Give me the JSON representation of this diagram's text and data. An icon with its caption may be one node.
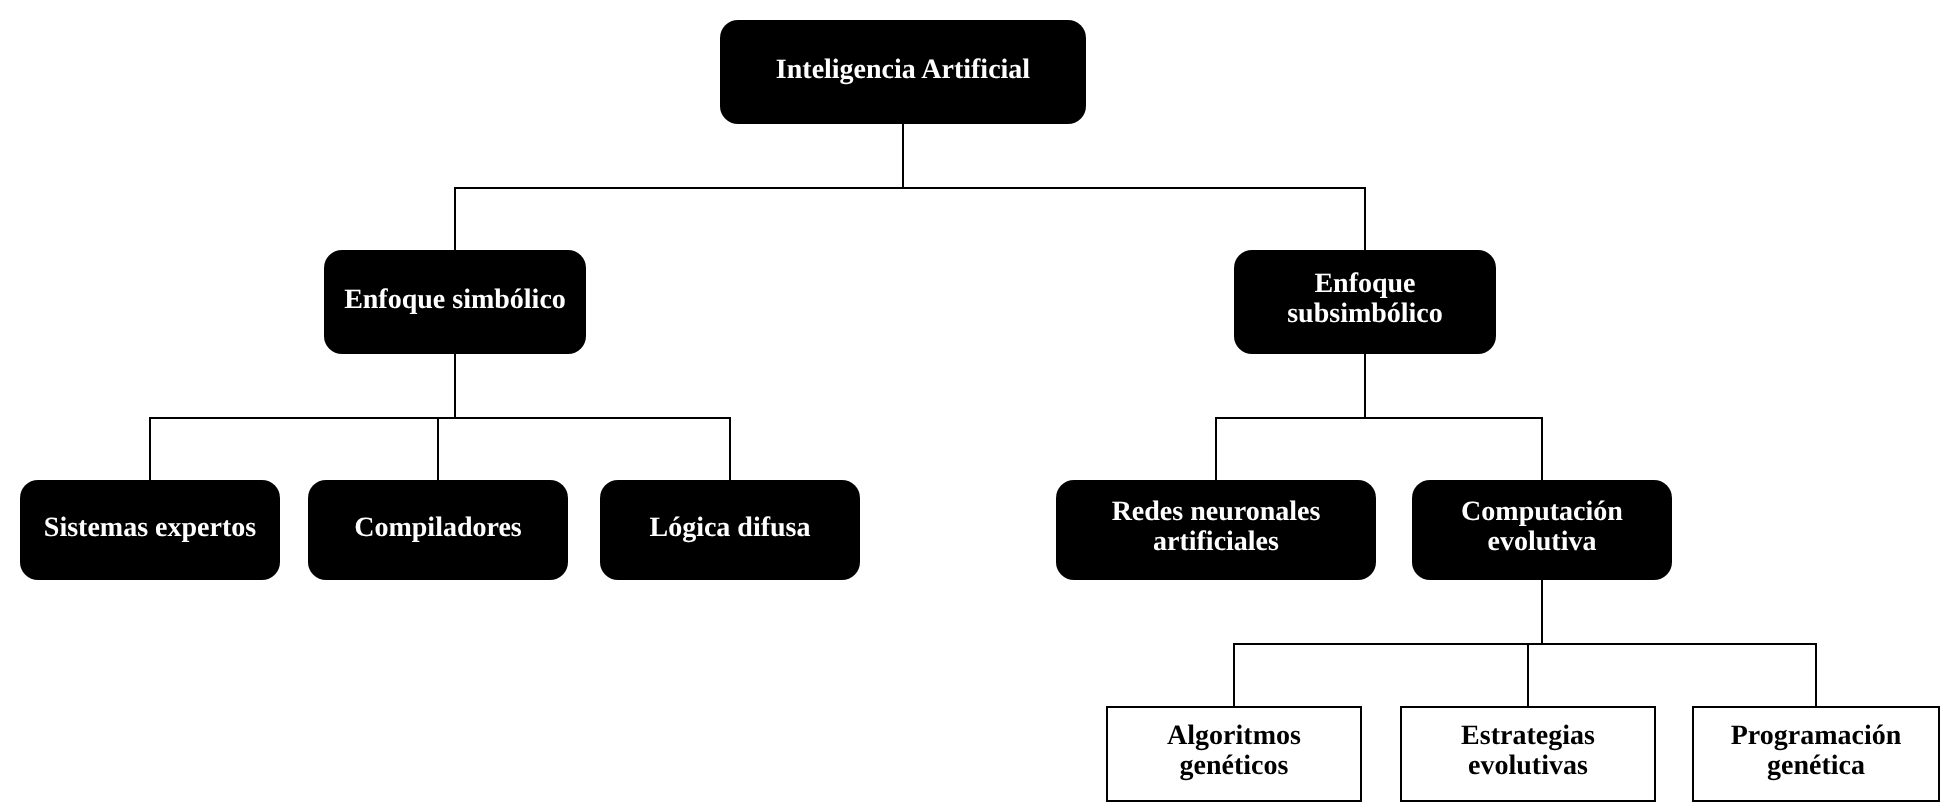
{
  "diagram": {
    "nodes": [
      {
        "text": [
          "Inteligencia Artificial"
        ]
      },
      {
        "text": [
          "Enfoque simbólico"
        ]
      },
      {
        "text": [
          "Enfoque subsimbólico"
        ]
      },
      {
        "text": [
          "Sistemas expertos"
        ]
      },
      {
        "text": [
          "Compiladores"
        ]
      },
      {
        "text": [
          "Lógica difusa"
        ]
      },
      {
        "text": [
          "Redes neuronales artificiales"
        ]
      },
      {
        "text": [
          "Computación evolutiva"
        ]
      },
      {
        "text": [
          "Algoritmos genéticos"
        ]
      },
      {
        "text": [
          "Estrategias evolutivas"
        ]
      },
      {
        "text": [
          "Programación genética"
        ]
      }
    ],
    "edges": [
      {
        "from": 0,
        "to": 1,
        "arrow": "none"
      },
      {
        "from": 0,
        "to": 2,
        "arrow": "none"
      },
      {
        "from": 1,
        "to": 3,
        "arrow": "none"
      },
      {
        "from": 1,
        "to": 4,
        "arrow": "none"
      },
      {
        "from": 1,
        "to": 5,
        "arrow": "none"
      },
      {
        "from": 2,
        "to": 6,
        "arrow": "none"
      },
      {
        "from": 2,
        "to": 7,
        "arrow": "none"
      },
      {
        "from": 7,
        "to": 8,
        "arrow": "none"
      },
      {
        "from": 7,
        "to": 9,
        "arrow": "none"
      },
      {
        "from": 7,
        "to": 10,
        "arrow": "none"
      }
    ]
  }
}
